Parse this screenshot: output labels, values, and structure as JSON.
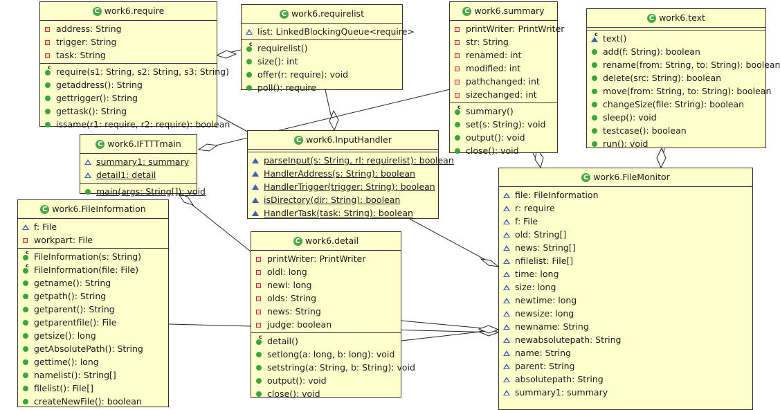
{
  "classes": {
    "require": {
      "name": "work6.require",
      "attributes": [
        {
          "icon": "pri",
          "text": "address: String"
        },
        {
          "icon": "pri",
          "text": "trigger: String"
        },
        {
          "icon": "pri",
          "text": "task: String"
        }
      ],
      "methods": [
        {
          "icon": "ctor",
          "text": "require(s1: String, s2: String, s3: String)"
        },
        {
          "icon": "pub",
          "text": "getaddress(): String"
        },
        {
          "icon": "pub",
          "text": "gettrigger(): String"
        },
        {
          "icon": "pub",
          "text": "gettask(): String"
        },
        {
          "icon": "pub",
          "text": "issame(r1: require, r2: require): boolean"
        }
      ]
    },
    "requirelist": {
      "name": "work6.requirelist",
      "attributes": [
        {
          "icon": "pkgo",
          "text": "list: LinkedBlockingQueue<require>"
        }
      ],
      "methods": [
        {
          "icon": "ctor",
          "text": "requirelist()"
        },
        {
          "icon": "pub",
          "text": "size(): int"
        },
        {
          "icon": "pub",
          "text": "offer(r: require): void"
        },
        {
          "icon": "pub",
          "text": "poll(): require"
        }
      ]
    },
    "summary": {
      "name": "work6.summary",
      "attributes": [
        {
          "icon": "pri",
          "text": "printWriter: PrintWriter"
        },
        {
          "icon": "pri",
          "text": "str: String"
        },
        {
          "icon": "pri",
          "text": "renamed: int"
        },
        {
          "icon": "pri",
          "text": "modified: int"
        },
        {
          "icon": "pri",
          "text": "pathchanged: int"
        },
        {
          "icon": "pri",
          "text": "sizechanged: int"
        }
      ],
      "methods": [
        {
          "icon": "ctor",
          "text": "summary()"
        },
        {
          "icon": "pub",
          "text": "set(s: String): void"
        },
        {
          "icon": "pub",
          "text": "output(): void"
        },
        {
          "icon": "pub",
          "text": "close(): void"
        }
      ]
    },
    "text": {
      "name": "work6.text",
      "attributes": [],
      "methods": [
        {
          "icon": "ctorpkg",
          "text": "text()"
        },
        {
          "icon": "pub",
          "text": "add(f: String): boolean"
        },
        {
          "icon": "pub",
          "text": "rename(from: String, to: String): boolean"
        },
        {
          "icon": "pub",
          "text": "delete(src: String): boolean"
        },
        {
          "icon": "pub",
          "text": "move(from: String, to: String): boolean"
        },
        {
          "icon": "pub",
          "text": "changeSize(file: String): boolean"
        },
        {
          "icon": "pub",
          "text": "sleep(): void"
        },
        {
          "icon": "pub",
          "text": "testcase(): boolean"
        },
        {
          "icon": "pub",
          "text": "run(): void"
        }
      ]
    },
    "iftttmain": {
      "name": "work6.IFTTTmain",
      "attributes": [
        {
          "icon": "pkgo",
          "text": "summary1: summary",
          "underline": true
        },
        {
          "icon": "pkgo",
          "text": "detail1: detail",
          "underline": true
        }
      ],
      "methods": [
        {
          "icon": "pub",
          "text": "main(args: String[]): void",
          "underline": true
        }
      ]
    },
    "inputhandler": {
      "name": "work6.InputHandler",
      "attributes": [],
      "methods": [
        {
          "icon": "pkg",
          "text": "parseInput(s: String, rl: requirelist): boolean",
          "underline": true
        },
        {
          "icon": "pkg",
          "text": "HandlerAddress(s: String): boolean",
          "underline": true
        },
        {
          "icon": "pkg",
          "text": "HandlerTrigger(trigger: String): boolean",
          "underline": true
        },
        {
          "icon": "pkg",
          "text": "isDirectory(dir: String): boolean",
          "underline": true
        },
        {
          "icon": "pkg",
          "text": "HandlerTask(task: String): boolean",
          "underline": true
        }
      ]
    },
    "fileinformation": {
      "name": "work6.FileInformation",
      "attributes": [
        {
          "icon": "pkgo",
          "text": "f: File"
        },
        {
          "icon": "pri",
          "text": "workpart: File"
        }
      ],
      "methods": [
        {
          "icon": "ctor",
          "text": "FileInformation(s: String)"
        },
        {
          "icon": "ctor",
          "text": "FileInformation(file: File)"
        },
        {
          "icon": "pub",
          "text": "getname(): String"
        },
        {
          "icon": "pub",
          "text": "getpath(): String"
        },
        {
          "icon": "pub",
          "text": "getparent(): String"
        },
        {
          "icon": "pub",
          "text": "getparentfile(): File"
        },
        {
          "icon": "pub",
          "text": "getsize(): long"
        },
        {
          "icon": "pub",
          "text": "getAbsolutePath(): String"
        },
        {
          "icon": "pub",
          "text": "gettime(): long"
        },
        {
          "icon": "pub",
          "text": "namelist(): String[]"
        },
        {
          "icon": "pub",
          "text": "filelist(): File[]"
        },
        {
          "icon": "pub",
          "text": "createNewFile(): boolean"
        }
      ]
    },
    "detail": {
      "name": "work6.detail",
      "attributes": [
        {
          "icon": "pri",
          "text": "printWriter: PrintWriter"
        },
        {
          "icon": "pri",
          "text": "oldl: long"
        },
        {
          "icon": "pri",
          "text": "newl: long"
        },
        {
          "icon": "pri",
          "text": "olds: String"
        },
        {
          "icon": "pri",
          "text": "news: String"
        },
        {
          "icon": "pri",
          "text": "judge: boolean"
        }
      ],
      "methods": [
        {
          "icon": "ctor",
          "text": "detail()"
        },
        {
          "icon": "pub",
          "text": "setlong(a: long, b: long): void"
        },
        {
          "icon": "pub",
          "text": "setstring(a: String, b: String): void"
        },
        {
          "icon": "pub",
          "text": "output(): void"
        },
        {
          "icon": "pub",
          "text": "close(): void"
        }
      ]
    },
    "filemonitor": {
      "name": "work6.FileMonitor",
      "attributes": [
        {
          "icon": "pkgo",
          "text": "file: FileInformation"
        },
        {
          "icon": "pkgo",
          "text": "r: require"
        },
        {
          "icon": "pkgo",
          "text": "f: File"
        },
        {
          "icon": "pkgo",
          "text": "old: String[]"
        },
        {
          "icon": "pkgo",
          "text": "news: String[]"
        },
        {
          "icon": "pkgo",
          "text": "nfilelist: File[]"
        },
        {
          "icon": "pkgo",
          "text": "time: long"
        },
        {
          "icon": "pkgo",
          "text": "size: long"
        },
        {
          "icon": "pkgo",
          "text": "newtime: long"
        },
        {
          "icon": "pkgo",
          "text": "newsize: long"
        },
        {
          "icon": "pkgo",
          "text": "newname: String"
        },
        {
          "icon": "pkgo",
          "text": "newabsolutepath: String"
        },
        {
          "icon": "pkgo",
          "text": "name: String"
        },
        {
          "icon": "pkgo",
          "text": "parent: String"
        },
        {
          "icon": "pkgo",
          "text": "absolutepath: String"
        },
        {
          "icon": "pkgo",
          "text": "summary1: summary"
        }
      ],
      "methods": []
    }
  }
}
